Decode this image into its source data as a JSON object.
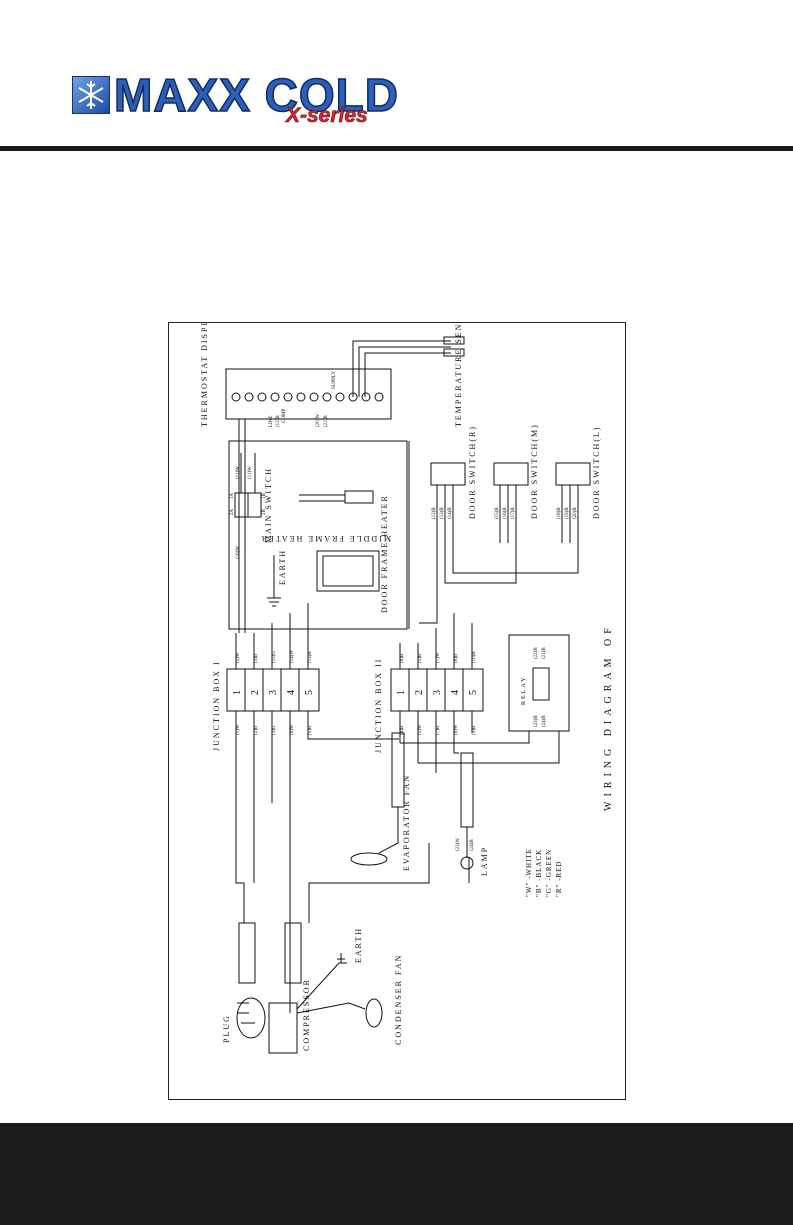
{
  "brand": {
    "name": "MAXX COLD",
    "series": "X-series",
    "snowflake_icon": "snowflake-icon"
  },
  "diagram": {
    "title": "WIRING DIAGRAM OF",
    "legend": [
      "\"W\" -WHITE",
      "\"B\" -BLACK",
      "\"G\" -GREEN",
      "\"R\" -RED"
    ],
    "components": {
      "thermostat_display": "THERMOSTAT DISPLAY",
      "temperature_sensor": "TEMPERATURE SENSOR",
      "middle_frame_heater": "MIDDLE FRAME HEATER",
      "main_switch": "MAIN SWITCH",
      "door_frame_heater": "DOOR FRAME HEATER",
      "earth": "EARTH",
      "door_switch_r": "DOOR SWITCH(R)",
      "door_switch_m": "DOOR SWITCH(M)",
      "door_switch_l": "DOOR SWITCH(L)",
      "junction_box_1": "JUNCTION BOX I",
      "junction_box_2": "JUNCTION BOX II",
      "relay": "RELAY",
      "evaporator_fan": "EVAPORATOR FAN",
      "lamp": "LAMP",
      "plug": "PLUG",
      "compressor": "COMPRESSOR",
      "condenser_fan": "CONDENSER FAN",
      "earth_2": "EARTH"
    },
    "terminal_numbers": [
      "1",
      "2",
      "3",
      "4",
      "5"
    ],
    "thermostat_terminals": [
      "LINE",
      "COMP",
      "SUPPLY"
    ],
    "main_switch_terminals": [
      "2A",
      "1A",
      "2B",
      "1B"
    ],
    "wire_labels": {
      "jb1_top": [
        "(2)W",
        "(3)B",
        "(15)G",
        "(14)W",
        "(13)B"
      ],
      "jb1_bottom": [
        "(1)W",
        "(2)B",
        "(3)G",
        "(6)W",
        "(5)B"
      ],
      "jb2_top": [
        "(6)B",
        "(5)B",
        "(7)W",
        "(8)B",
        "(10)B"
      ],
      "jb2_bottom": [
        "(4)B",
        "(5)W",
        "(7)B",
        "(8)W",
        "(9)B"
      ],
      "relay_top": [
        "(22)B",
        "(21)B"
      ],
      "relay_bottom": [
        "(23)B",
        "(24)B"
      ],
      "switch_r": [
        "(12)B",
        "(13)B",
        "(14)B"
      ],
      "switch_m": [
        "(15)B",
        "(16)B",
        "(17)B"
      ],
      "switch_l": [
        "(18)B",
        "(19)B",
        "(20)B"
      ],
      "lamp": [
        "(23)W",
        "(24)B"
      ],
      "main_switch_left": [
        "(16)W",
        "(11)W"
      ],
      "thermostat": [
        "(11)W",
        "(12)B",
        "(20)W",
        "(21)B"
      ]
    }
  }
}
